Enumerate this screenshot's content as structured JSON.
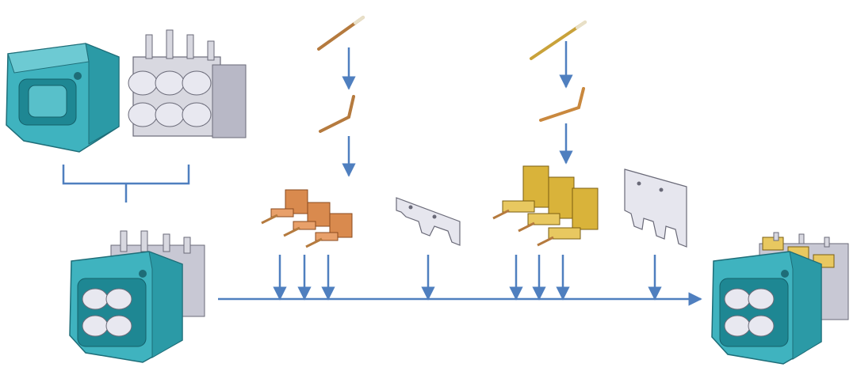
{
  "colors": {
    "arrow": "#4f7fbf",
    "housing_cyan": "#3fb3bf",
    "housing_cyan_dark": "#1e8793",
    "insert_gray": "#d8d8e0",
    "insert_gray_dark": "#8a8a98",
    "pin_copper": "#c98b54",
    "module_orange": "#d98a4e",
    "module_gold": "#d9b33a",
    "busbar": "#e6e6ee"
  },
  "parts": {
    "housing": "connector-housing",
    "insert": "connector-insert",
    "subassembly": "housing-insert-subassembly",
    "final": "final-assembled-connector",
    "pin_small_straight": "straight-contact-pin-small",
    "pin_small_bent": "bent-contact-pin-small",
    "pin_large_straight": "straight-contact-pin-large",
    "pin_large_bent": "bent-contact-pin-large",
    "modules_small": "terminal-modules-small",
    "modules_large": "terminal-modules-large",
    "busbar_small": "busbar-plate-small",
    "busbar_large": "busbar-plate-large"
  }
}
